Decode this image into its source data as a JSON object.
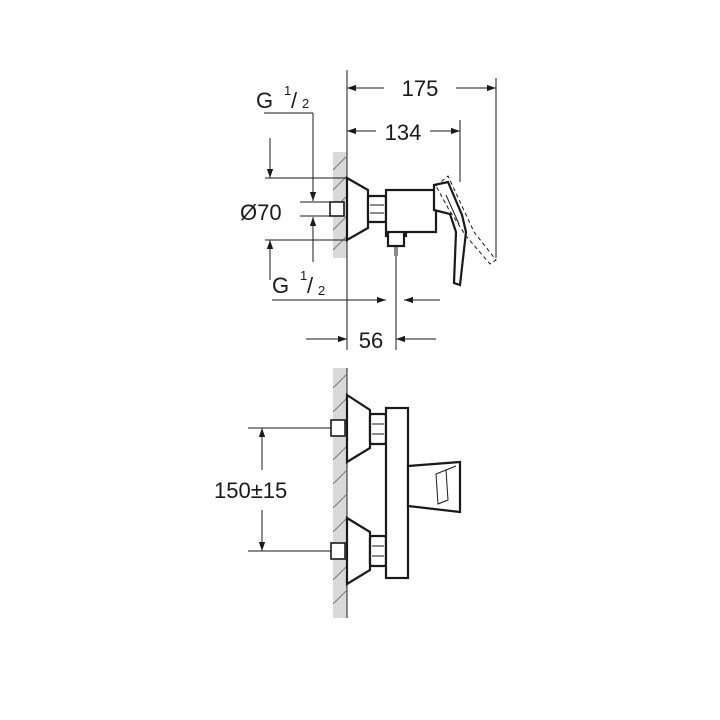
{
  "dimensions": {
    "overall_depth": "175",
    "handle_depth": "134",
    "inlet_diameter": "Ø70",
    "inlet_thread_top": {
      "base": "G",
      "fraction_num": "1",
      "fraction_den": "2"
    },
    "outlet_thread": {
      "base": "G",
      "fraction_num": "1",
      "fraction_den": "2"
    },
    "outlet_offset": "56",
    "inlet_spacing": "150±15"
  }
}
